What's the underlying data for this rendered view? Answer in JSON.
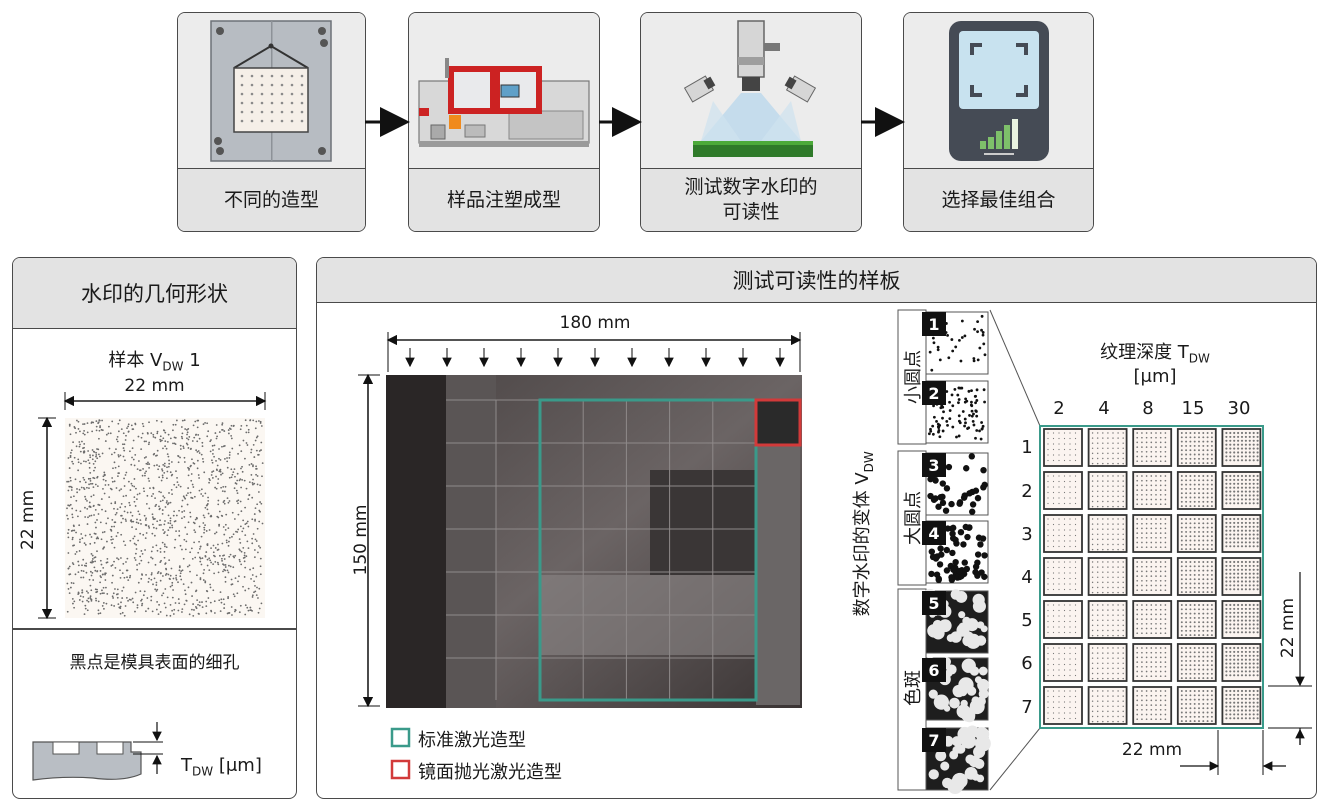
{
  "steps": [
    {
      "label": "不同的造型",
      "icon": "mold-icon"
    },
    {
      "label": "样品注塑成型",
      "icon": "injection-machine-icon"
    },
    {
      "label": "测试数字水印的\n可读性",
      "icon": "camera-scanner-icon"
    },
    {
      "label": "选择最佳组合",
      "icon": "phone-scan-icon"
    }
  ],
  "left_panel": {
    "title": "水印的几何形状",
    "sample_prefix": "样本 V",
    "sample_sub": "DW",
    "sample_suffix": " 1",
    "width_label": "22 mm",
    "height_label": "22 mm",
    "caption": "黑点是模具表面的细孔",
    "depth_prefix": "T",
    "depth_sub": "DW",
    "depth_suffix": " [μm]"
  },
  "right_panel": {
    "title": "测试可读性的样板",
    "width_label": "180 mm",
    "height_label": "150 mm",
    "legend": [
      {
        "label": "标准激光造型",
        "color": "#3a9a8a"
      },
      {
        "label": "镜面抛光激光造型",
        "color": "#d23a3a"
      }
    ],
    "variant_axis_prefix": "数字水印的变体 V",
    "variant_axis_sub": "DW",
    "variant_groups": [
      {
        "label": "小圆点",
        "items": [
          "1",
          "2"
        ]
      },
      {
        "label": "大圆点",
        "items": [
          "3",
          "4"
        ]
      },
      {
        "label": "色斑",
        "items": [
          "5",
          "6",
          "7"
        ]
      }
    ],
    "texture_title_prefix": "纹理深度 T",
    "texture_title_sub": "DW",
    "texture_unit": "[μm]",
    "depth_columns": [
      "2",
      "4",
      "8",
      "15",
      "30"
    ],
    "rows": [
      "1",
      "2",
      "3",
      "4",
      "5",
      "6",
      "7"
    ],
    "cell_label_v": "22 mm",
    "cell_label_h": "22 mm"
  },
  "colors": {
    "teal": "#3a9a8a",
    "red": "#d23a3a",
    "panel_bg": "#e3e3e3",
    "border": "#4a4a4a"
  }
}
